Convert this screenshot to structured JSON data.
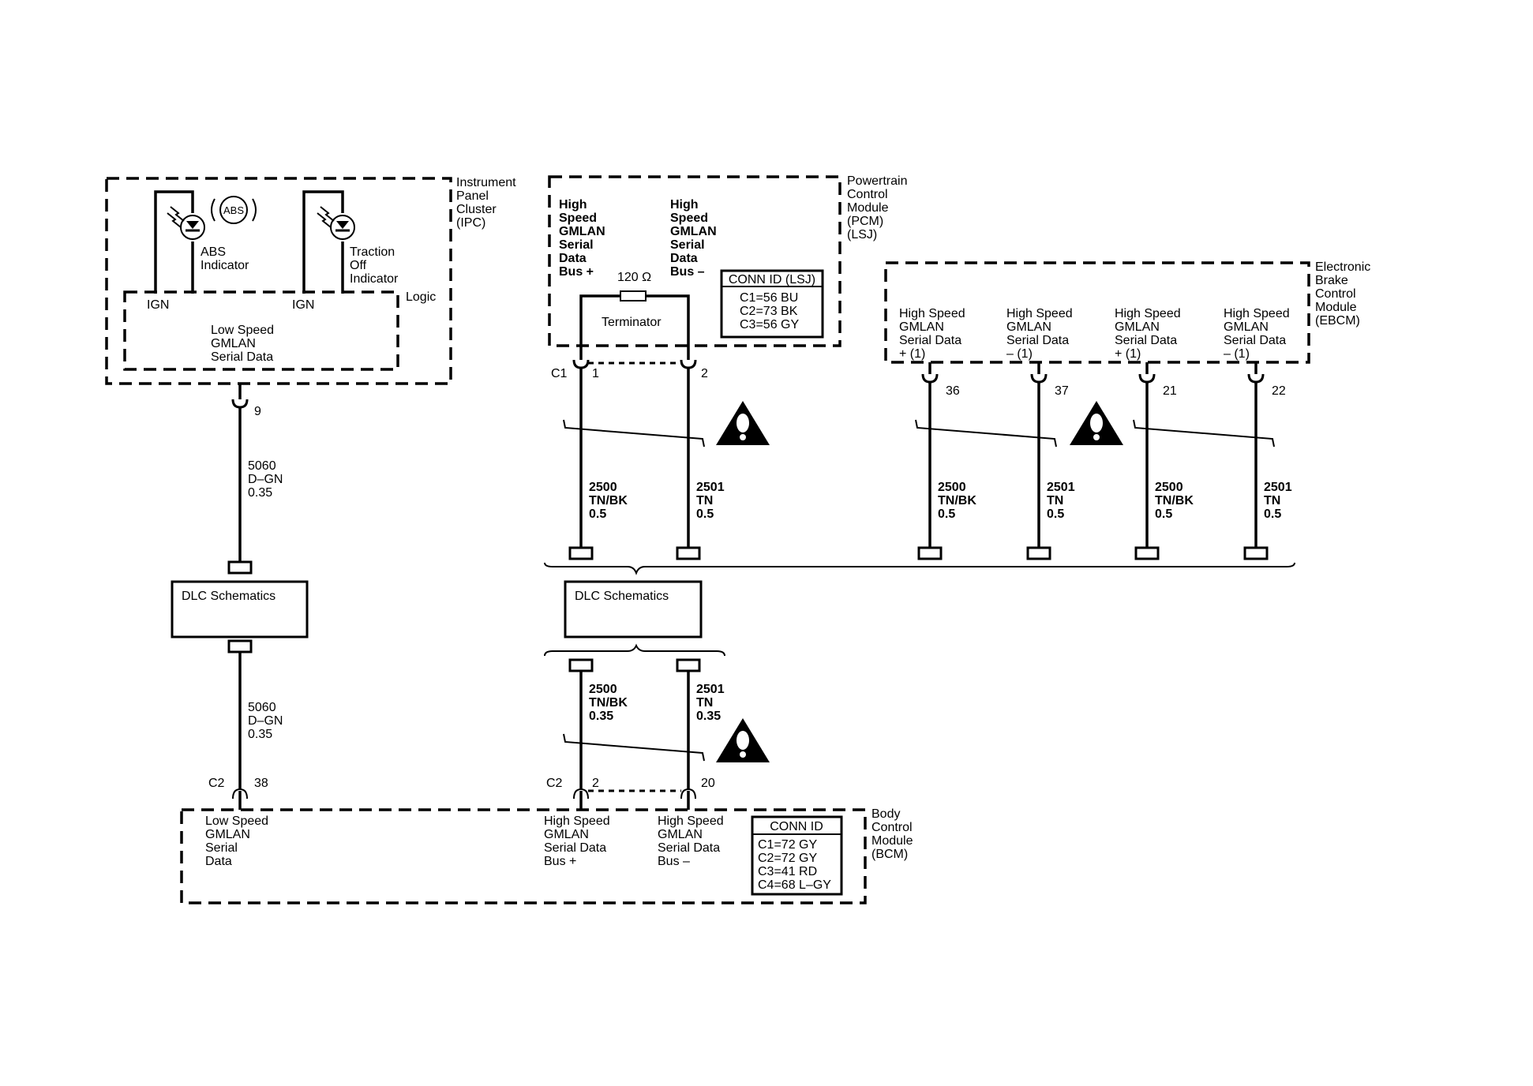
{
  "ipc": {
    "module_name": [
      "Instrument",
      "Panel",
      "Cluster",
      "(IPC)"
    ],
    "abs_symbol": "ABS",
    "abs_indicator": [
      "ABS",
      "Indicator"
    ],
    "traction_indicator": [
      "Traction",
      "Off",
      "Indicator"
    ],
    "ign_left": "IGN",
    "ign_right": "IGN",
    "logic": "Logic",
    "function": [
      "Low Speed",
      "GMLAN",
      "Serial Data"
    ],
    "pin": "9"
  },
  "pcm": {
    "module_name": [
      "Powertrain",
      "Control",
      "Module",
      "(PCM)",
      "(LSJ)"
    ],
    "func_plus": [
      "High",
      "Speed",
      "GMLAN",
      "Serial",
      "Data",
      "Bus +"
    ],
    "func_minus": [
      "High",
      "Speed",
      "GMLAN",
      "Serial",
      "Data",
      "Bus –"
    ],
    "resistor": "120 Ω",
    "terminator": "Terminator",
    "conn_title": "CONN ID (LSJ)",
    "conn_rows": [
      "C1=56 BU",
      "C2=73 BK",
      "C3=56 GY"
    ],
    "connector": "C1",
    "pin_plus": "1",
    "pin_minus": "2"
  },
  "ebcm": {
    "module_name": [
      "Electronic",
      "Brake",
      "Control",
      "Module",
      "(EBCM)"
    ],
    "terminals": [
      {
        "label": [
          "High Speed",
          "GMLAN",
          "Serial Data",
          "+ (1)"
        ],
        "pin": "36"
      },
      {
        "label": [
          "High Speed",
          "GMLAN",
          "Serial Data",
          "– (1)"
        ],
        "pin": "37"
      },
      {
        "label": [
          "High Speed",
          "GMLAN",
          "Serial Data",
          "+ (1)"
        ],
        "pin": "21"
      },
      {
        "label": [
          "High Speed",
          "GMLAN",
          "Serial Data",
          "– (1)"
        ],
        "pin": "22"
      }
    ]
  },
  "wires": {
    "ipc_upper": [
      "5060",
      "D–GN",
      "0.35"
    ],
    "ipc_lower": [
      "5060",
      "D–GN",
      "0.35"
    ],
    "pcm_plus": [
      "2500",
      "TN/BK",
      "0.5"
    ],
    "pcm_minus": [
      "2501",
      "TN",
      "0.5"
    ],
    "ebcm_36": [
      "2500",
      "TN/BK",
      "0.5"
    ],
    "ebcm_37": [
      "2501",
      "TN",
      "0.5"
    ],
    "ebcm_21": [
      "2500",
      "TN/BK",
      "0.5"
    ],
    "ebcm_22": [
      "2501",
      "TN",
      "0.5"
    ],
    "bcm_plus": [
      "2500",
      "TN/BK",
      "0.35"
    ],
    "bcm_minus": [
      "2501",
      "TN",
      "0.35"
    ]
  },
  "dlc": {
    "left": "DLC Schematics",
    "right": "DLC Schematics"
  },
  "bcm": {
    "module_name": [
      "Body",
      "Control",
      "Module",
      "(BCM)"
    ],
    "low_speed": [
      "Low Speed",
      "GMLAN",
      "Serial",
      "Data"
    ],
    "high_plus": [
      "High Speed",
      "GMLAN",
      "Serial Data",
      "Bus +"
    ],
    "high_minus": [
      "High Speed",
      "GMLAN",
      "Serial Data",
      "Bus –"
    ],
    "conn_title": "CONN ID",
    "conn_rows": [
      "C1=72 GY",
      "C2=72 GY",
      "C3=41 RD",
      "C4=68 L–GY"
    ],
    "connector_left": "C2",
    "pin_low": "38",
    "connector_mid": "C2",
    "pin_plus": "2",
    "pin_minus": "20"
  }
}
